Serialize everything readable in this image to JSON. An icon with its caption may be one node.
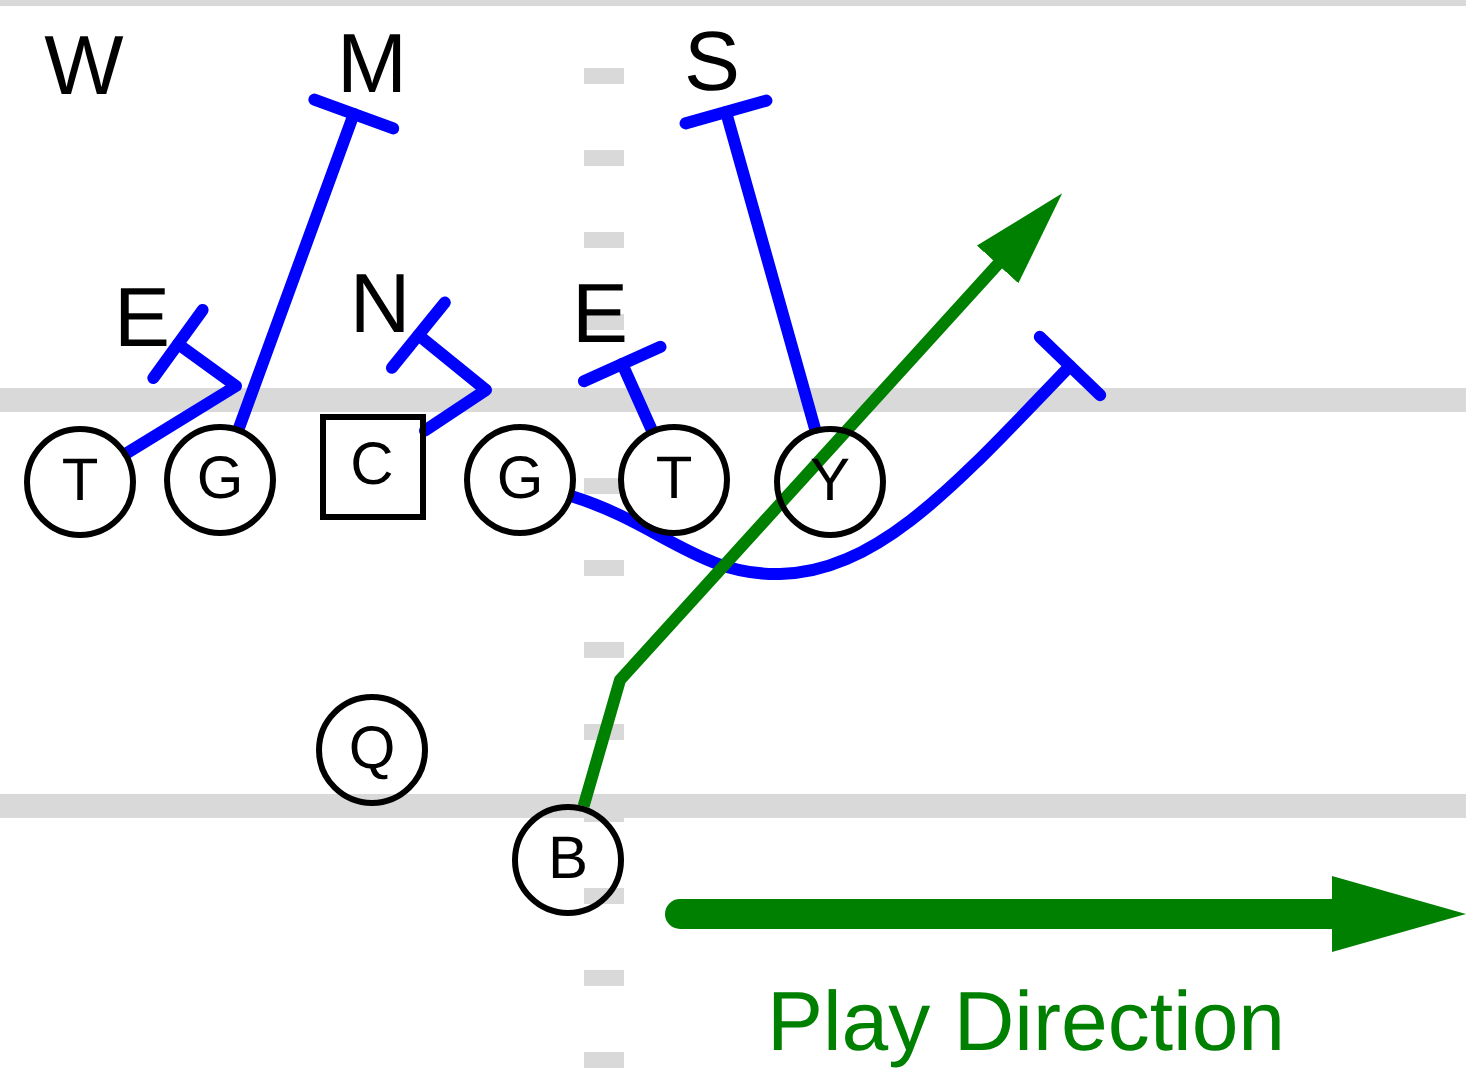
{
  "diagram": {
    "nodes": [
      {
        "text": [
          "W"
        ]
      },
      {
        "text": [
          "M"
        ]
      },
      {
        "text": [
          "S"
        ]
      },
      {
        "text": [
          "E"
        ]
      },
      {
        "text": [
          "N"
        ]
      },
      {
        "text": [
          "E"
        ]
      },
      {
        "text": [
          "T"
        ]
      },
      {
        "text": [
          "G"
        ]
      },
      {
        "text": [
          "C"
        ]
      },
      {
        "text": [
          "G"
        ]
      },
      {
        "text": [
          "T"
        ]
      },
      {
        "text": [
          "Y"
        ]
      },
      {
        "text": [
          "Q"
        ]
      },
      {
        "text": [
          "B"
        ]
      }
    ],
    "edges": [
      {
        "from": 6,
        "to": 3,
        "arrow": "other"
      },
      {
        "from": 7,
        "to": 1,
        "arrow": "other"
      },
      {
        "from": 8,
        "to": 4,
        "arrow": "other"
      },
      {
        "from": 9,
        "to": null,
        "arrow": "other"
      },
      {
        "from": 10,
        "to": 5,
        "arrow": "other"
      },
      {
        "from": 11,
        "to": 2,
        "arrow": "other"
      },
      {
        "from": 13,
        "to": null,
        "arrow": "to",
        "color": "#008000"
      }
    ],
    "labels": [
      "Play Direction"
    ]
  }
}
